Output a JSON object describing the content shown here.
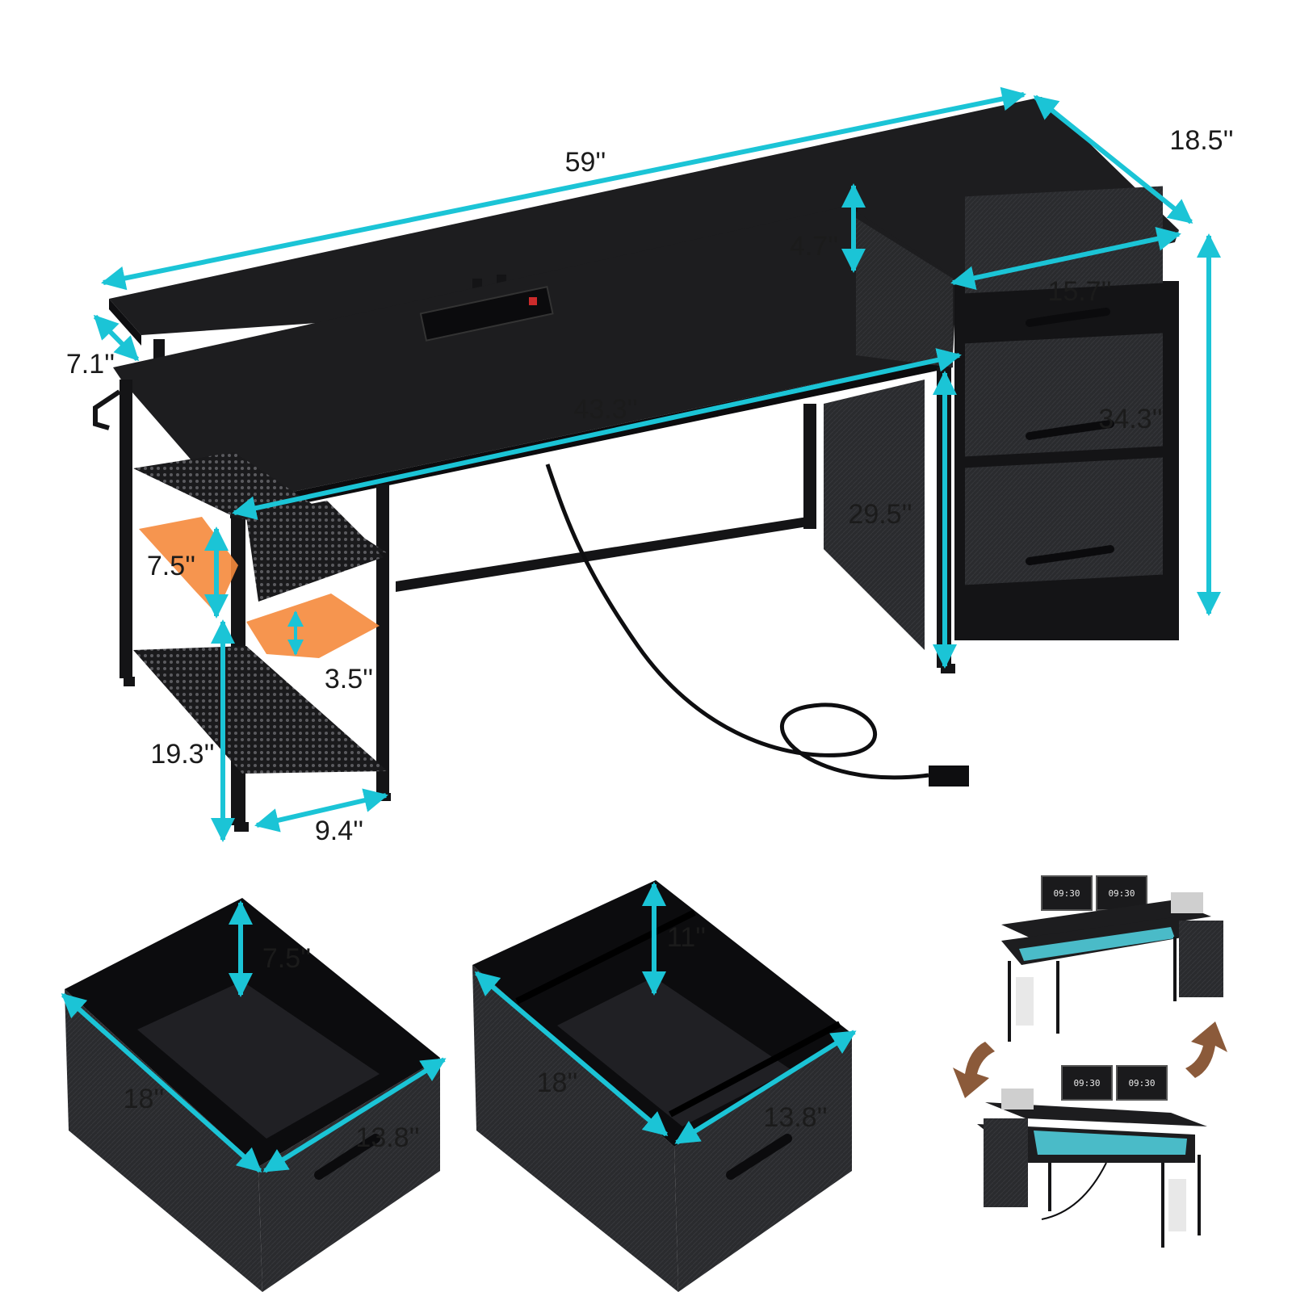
{
  "colors": {
    "dimension_line": "#1bc4d6",
    "wood": "#1d1d1f",
    "metal": "#141416",
    "fabric": "#2a2b2e",
    "shelf_highlight": "#f58a3c",
    "arrow": "#8b5a3a",
    "led": "#56e3f2"
  },
  "desk": {
    "overall_width": "59''",
    "depth": "18.5''",
    "monitor_shelf_depth": "7.1''",
    "riser_height": "4.7''",
    "cabinet_width": "15.7''",
    "cabinet_height": "34.3''",
    "desktop_width": "43.3''",
    "knee_height": "29.5''",
    "shelf_spacing": "7.5''",
    "shelf_adjust": "3.5''",
    "shelf_height": "19.3''",
    "shelf_depth": "9.4''"
  },
  "drawer_small": {
    "height": "7.5''",
    "length": "18''",
    "width": "13.8''"
  },
  "drawer_large": {
    "height": "11''",
    "length": "18''",
    "width": "13.8''"
  },
  "reversible": {
    "top_clock_left": "09:30",
    "top_clock_right": "09:30",
    "bottom_clock_left": "09:30",
    "bottom_clock_right": "09:30",
    "icons": [
      "curved-arrow-down-icon",
      "curved-arrow-up-icon"
    ]
  }
}
